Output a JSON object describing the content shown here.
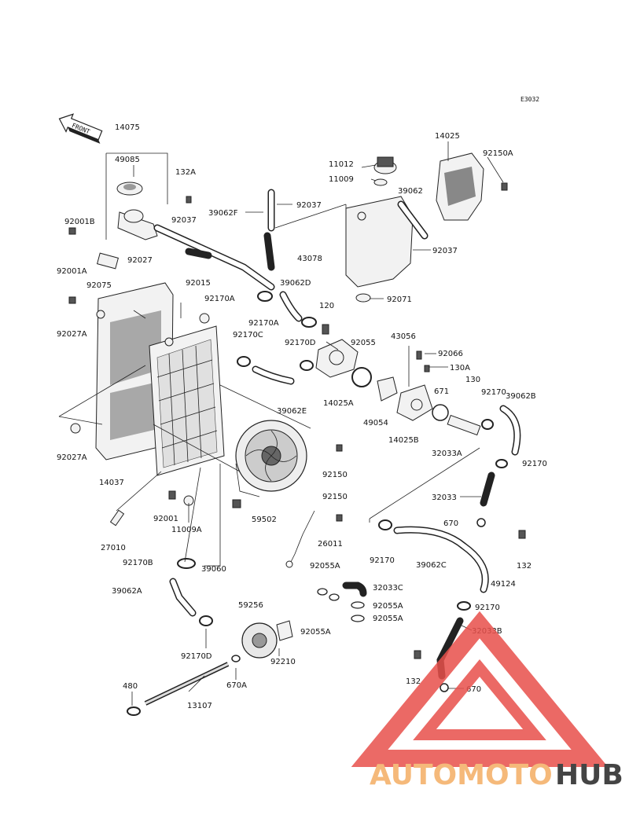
{
  "diagram_code": "E3032",
  "front_label": "FRONT",
  "part_labels": [
    "14075",
    "49085",
    "132A",
    "92001B",
    "92037",
    "92027",
    "92001A",
    "92075",
    "92015",
    "92027A",
    "92027A",
    "14037",
    "11012",
    "11009",
    "14025",
    "92150A",
    "39062",
    "39062F",
    "92037",
    "43078",
    "92037",
    "92071",
    "92170A",
    "39062D",
    "92170A",
    "120",
    "92170C",
    "92170D",
    "92055",
    "43056",
    "92066",
    "130A",
    "130",
    "92170",
    "39062B",
    "671",
    "49054",
    "14025A",
    "39062E",
    "14025B",
    "32033A",
    "92170",
    "92150",
    "92150",
    "59502",
    "32033",
    "670",
    "132",
    "92001",
    "11009A",
    "27010",
    "26011",
    "92170",
    "39062C",
    "92170B",
    "39060",
    "92055A",
    "32033C",
    "49124",
    "39062A",
    "59256",
    "92055A",
    "92170",
    "92055A",
    "92055A",
    "32033B",
    "92210",
    "92170D",
    "670A",
    "132",
    "670",
    "480",
    "13107"
  ],
  "watermark": {
    "part1": "AUTOMOTO",
    "part2": "HUB",
    "color1": "#f5b97a",
    "color2": "#444444",
    "triangle_color": "#e8504b"
  }
}
